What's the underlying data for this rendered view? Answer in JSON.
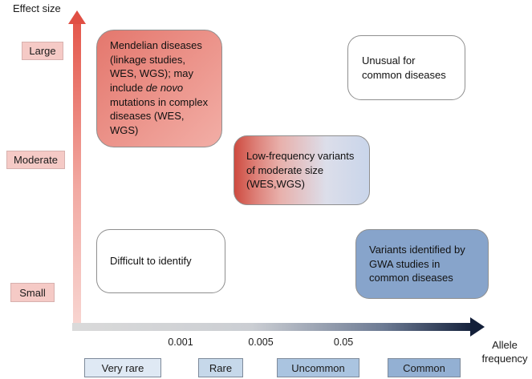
{
  "axes": {
    "y_label": "Effect size",
    "x_label_line1": "Allele",
    "x_label_line2": "frequency",
    "y_ticks": [
      "Large",
      "Moderate",
      "Small"
    ],
    "x_ticks": [
      "0.001",
      "0.005",
      "0.05"
    ],
    "x_categories": [
      {
        "label": "Very rare",
        "color": "#dfe9f4"
      },
      {
        "label": "Rare",
        "color": "#c6d8ea"
      },
      {
        "label": "Uncommon",
        "color": "#aac4e0"
      },
      {
        "label": "Common",
        "color": "#93b0d3"
      }
    ]
  },
  "boxes": {
    "mendelian": {
      "text_before": "Mendelian diseases (linkage studies, WES, WGS); may include ",
      "text_italic": "de novo",
      "text_after": " mutations in complex diseases (WES, WGS)"
    },
    "unusual": {
      "text": "Unusual for common diseases"
    },
    "low_frequency": {
      "text": "Low-frequency variants of moderate size (WES,WGS)"
    },
    "difficult": {
      "text": "Difficult to identify"
    },
    "gwa": {
      "text": "Variants identified by GWA studies in common diseases"
    }
  },
  "colors": {
    "pink_label": "#f5cac6",
    "mendelian_red": "#e4776d",
    "gwa_blue": "#87a4cb",
    "axis_red": "#e04f44",
    "axis_navy": "#131f39"
  }
}
